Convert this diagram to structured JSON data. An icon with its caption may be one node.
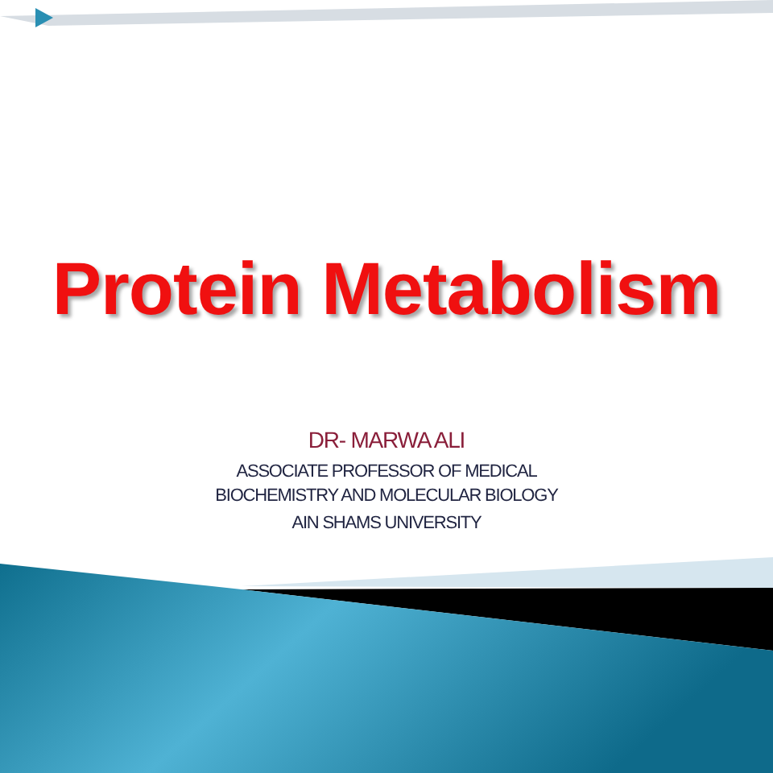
{
  "diagram": {
    "title": "Protein Metabolism",
    "labels": [
      "DR- MARWA ALI",
      "ASSOCIATE PROFESSOR OF MEDICAL BIOCHEMISTRY AND MOLECULAR BIOLOGY",
      "AIN SHAMS UNIVERSITY"
    ]
  }
}
